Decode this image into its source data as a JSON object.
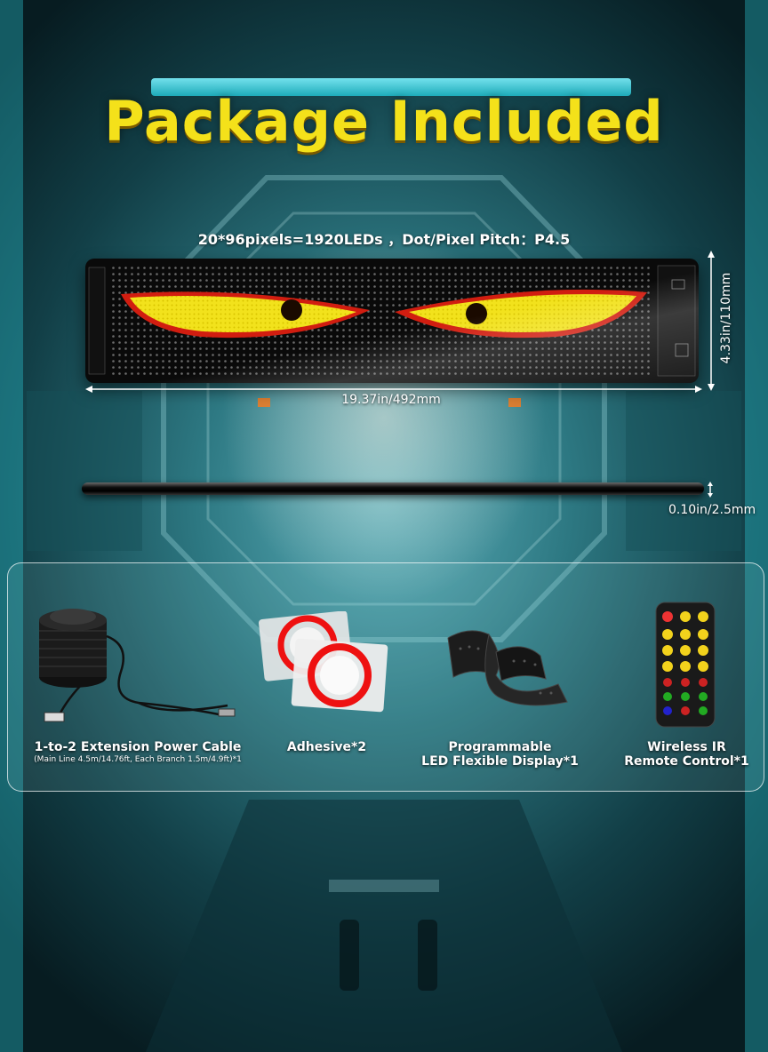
{
  "title": "Package Included",
  "specs": "20*96pixels=1920LEDs  ，Dot/Pixel Pitch：P4.5",
  "dimensions": {
    "width": "19.37in/492mm",
    "height": "4.33in/110mm",
    "thickness": "0.10in/2.5mm"
  },
  "items": [
    {
      "label": "1-to-2 Extension Power Cable",
      "sub": "(Main Line 4.5m/14.76ft, Each Branch 1.5m/4.9ft)*1"
    },
    {
      "label": "Adhesive*2"
    },
    {
      "label_line1": "Programmable",
      "label_line2": "LED Flexible Display*1"
    },
    {
      "label_line1": "Wireless IR",
      "label_line2": "Remote Control*1"
    }
  ],
  "colors": {
    "title": "#f4e11a",
    "eye_yellow": "#f2e21c",
    "eye_red": "#d11d10"
  }
}
